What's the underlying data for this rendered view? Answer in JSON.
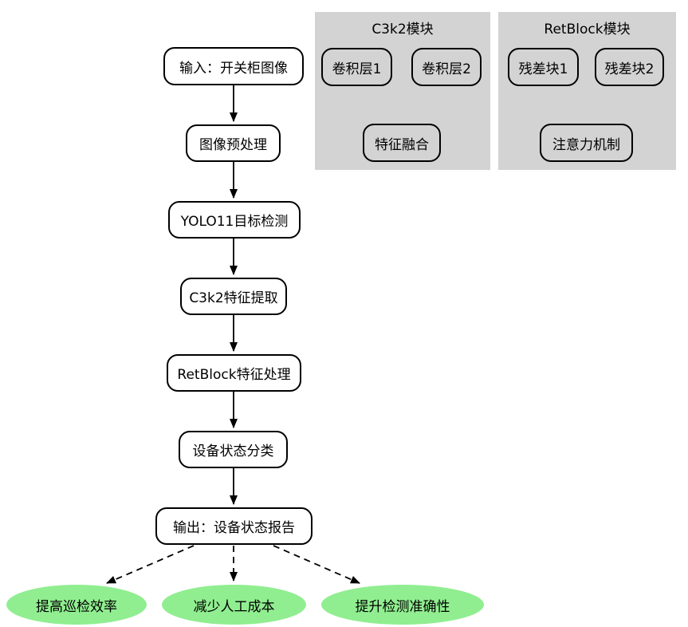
{
  "diagram": {
    "flow_nodes": [
      {
        "label": "输入：开关柜图像"
      },
      {
        "label": "图像预处理"
      },
      {
        "label": "YOLO11目标检测"
      },
      {
        "label": "C3k2特征提取"
      },
      {
        "label": "RetBlock特征处理"
      },
      {
        "label": "设备状态分类"
      },
      {
        "label": "输出：设备状态报告"
      }
    ],
    "clusters": [
      {
        "title": "C3k2模块",
        "nodes": [
          {
            "label": "卷积层1"
          },
          {
            "label": "卷积层2"
          },
          {
            "label": "特征融合"
          }
        ]
      },
      {
        "title": "RetBlock模块",
        "nodes": [
          {
            "label": "残差块1"
          },
          {
            "label": "残差块2"
          },
          {
            "label": "注意力机制"
          }
        ]
      }
    ],
    "outcomes": [
      {
        "label": "提高巡检效率"
      },
      {
        "label": "减少人工成本"
      },
      {
        "label": "提升检测准确性"
      }
    ],
    "colors": {
      "canvas_background": "#ffffff",
      "cluster_background": "#d3d3d3",
      "node_fill": "#ffffff",
      "node_border": "#000000",
      "outcome_fill": "#90ee90",
      "edge": "#000000"
    }
  }
}
